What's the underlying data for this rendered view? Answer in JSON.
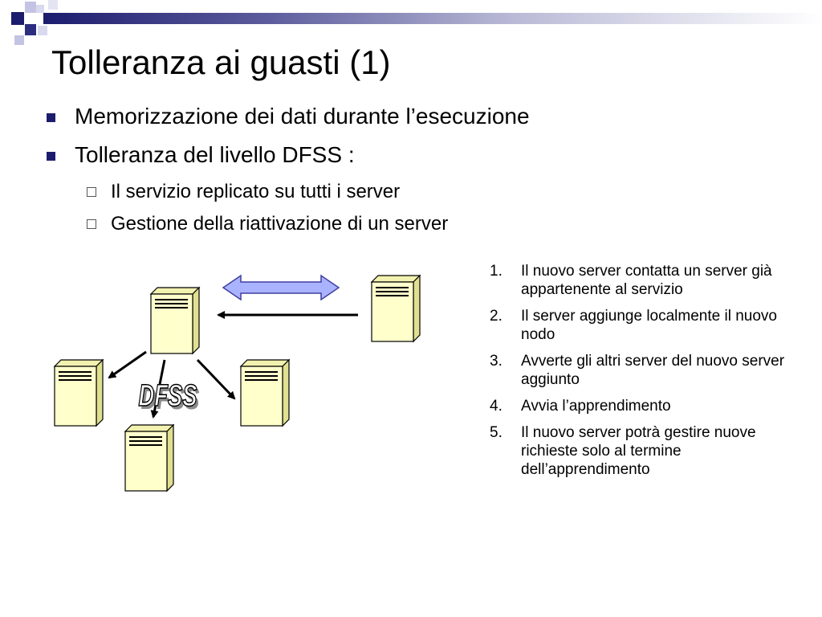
{
  "slide": {
    "title": "Tolleranza ai guasti (1)",
    "bullets": [
      "Memorizzazione dei dati durante l’esecuzione",
      "Tolleranza del livello DFSS :"
    ],
    "sub_bullets": [
      "Il servizio replicato su tutti i server",
      "Gestione della riattivazione di un server"
    ],
    "diagram_label": "DFSS",
    "steps": [
      {
        "num": "1.",
        "text": "Il nuovo server contatta un server già appartenente al servizio"
      },
      {
        "num": "2.",
        "text": "Il server aggiunge localmente il nuovo nodo"
      },
      {
        "num": "3.",
        "text": "Avverte gli altri server del nuovo server aggiunto"
      },
      {
        "num": "4.",
        "text": "Avvia l’apprendimento"
      },
      {
        "num": "5.",
        "text": "Il nuovo server potrà gestire nuove richieste solo al termine dell’apprendimento"
      }
    ]
  },
  "colors": {
    "accent": "#1c1c6e",
    "server_fill": "#ffffcc",
    "double_arrow_fill": "#aab3ff",
    "double_arrow_stroke": "#3f3fa0"
  },
  "icons": [
    "server-icon",
    "double-arrow-icon",
    "arrow-icon",
    "bullet-square-icon",
    "bullet-hollow-square-icon"
  ]
}
